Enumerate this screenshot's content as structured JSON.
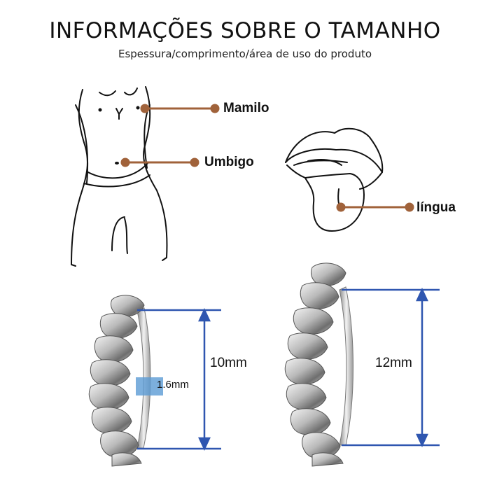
{
  "header": {
    "title": "INFORMAÇÕES SOBRE O TAMANHO",
    "subtitle": "Espessura/comprimento/área de uso do produto"
  },
  "body_callouts": {
    "nipple": "Mamilo",
    "navel": "Umbigo",
    "tongue": "língua"
  },
  "products": [
    {
      "length": "10mm",
      "thickness": "1.6mm"
    },
    {
      "length": "12mm"
    }
  ],
  "colors": {
    "callout": "#a0623a",
    "dimension_line": "#2f56b0",
    "thickness_marker": "#5b9bd5"
  }
}
